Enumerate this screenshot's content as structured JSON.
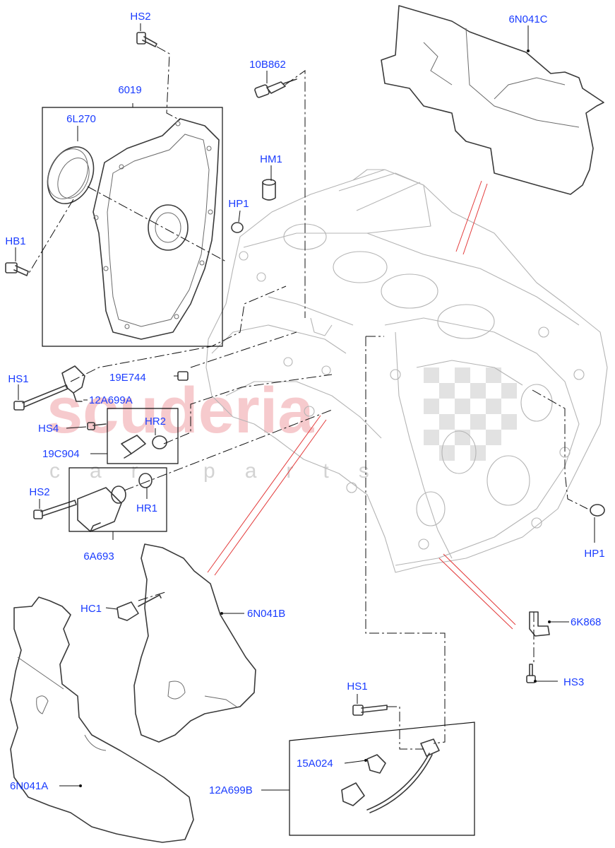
{
  "diagram": {
    "watermark": {
      "brand": "scuderia",
      "sub": "car parts"
    },
    "labels": {
      "hs2_top": "HS2",
      "l6019": "6019",
      "l6L270": "6L270",
      "hb1": "HB1",
      "l10B862": "10B862",
      "hm1": "HM1",
      "hp1_left": "HP1",
      "l6N041C": "6N041C",
      "hs1_left": "HS1",
      "l19E744": "19E744",
      "l12A699A": "12A699A",
      "hs4": "HS4",
      "hr2": "HR2",
      "l19C904": "19C904",
      "hs2_mid": "HS2",
      "hr1": "HR1",
      "l6A693": "6A693",
      "hc1": "HC1",
      "l6N041B": "6N041B",
      "hp1_right": "HP1",
      "l6K868": "6K868",
      "hs3": "HS3",
      "hs1_bottom": "HS1",
      "l15A024": "15A024",
      "l12A699B": "12A699B",
      "l6N041A": "6N041A"
    }
  }
}
